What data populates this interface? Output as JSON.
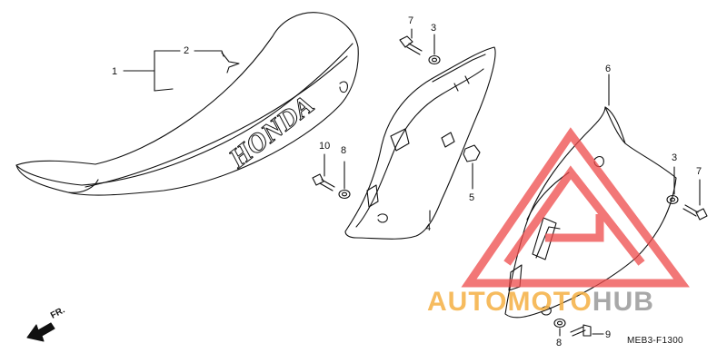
{
  "labels": {
    "p1": "1",
    "p2": "2",
    "p3a": "3",
    "p3b": "3",
    "p4": "4",
    "p5": "5",
    "p6": "6",
    "p7a": "7",
    "p7b": "7",
    "p8a": "8",
    "p8b": "8",
    "p9": "9",
    "p10": "10"
  },
  "seat_brand": "HONDA",
  "direction": "FR.",
  "diagram_code": "MEB3-F1300",
  "watermark": {
    "part1": "AUTO",
    "part2": "MOTO",
    "part3": "HUB",
    "color_orange": "#f5b043",
    "color_gray": "#9a9a9a",
    "logo_color": "#ee4a4a"
  }
}
